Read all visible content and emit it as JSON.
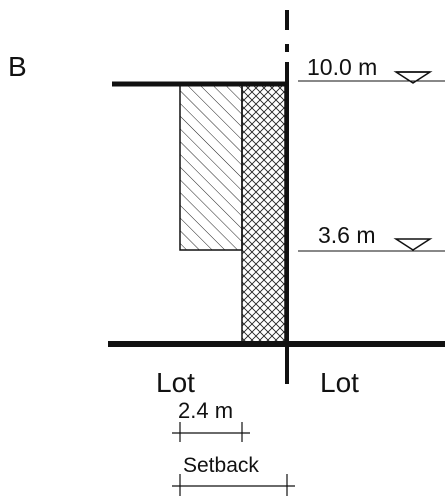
{
  "diagram": {
    "label_b": "B",
    "elevation_top": "10.0 m",
    "elevation_mid": "3.6 m",
    "lot_left": "Lot",
    "lot_right": "Lot",
    "dim_width": "2.4 m",
    "dim_setback": "Setback"
  }
}
